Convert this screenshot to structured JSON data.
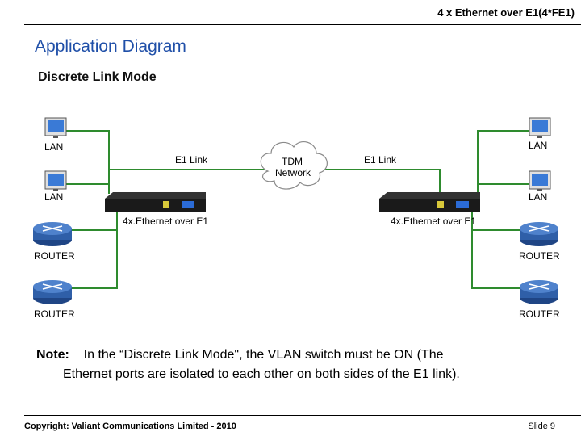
{
  "header": {
    "title": "4 x Ethernet over E1(4*FE1)"
  },
  "slide": {
    "title": "Application Diagram",
    "subtitle": "Discrete  Link Mode"
  },
  "diagram": {
    "lan_label": "LAN",
    "router_label": "ROUTER",
    "e1_link_label": "E1 Link",
    "tdm_network_label_1": "TDM",
    "tdm_network_label_2": "Network",
    "device_label": "4x.Ethernet over E1",
    "colors": {
      "link": "#2e8b2e",
      "router": "#2f5fa8",
      "device": "#1a1a1a",
      "monitor_screen": "#3a7ad6"
    }
  },
  "note": {
    "heading": "Note:",
    "line1": "In the “Discrete Link Mode\", the VLAN switch must be ON (The",
    "line2": "Ethernet ports are isolated to each other on both sides of the E1 link)."
  },
  "footer": {
    "copyright": "Copyright: Valiant Communications Limited - 2010",
    "slide_number": "Slide 9"
  }
}
